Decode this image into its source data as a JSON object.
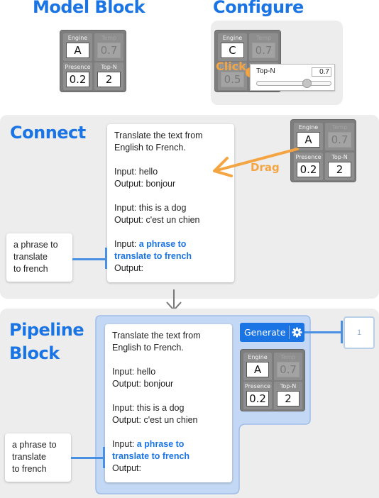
{
  "headings": {
    "model_block": "Model Block",
    "configure": "Configure",
    "connect": "Connect",
    "pipeline_line1": "Pipeline",
    "pipeline_line2": "Block"
  },
  "model_widget": {
    "engine_label": "Engine",
    "presence_label": "Presence",
    "topn_label": "Top-N",
    "dim_label": "Temp",
    "dim_value": "0.7"
  },
  "model_block_panel": {
    "engine": "A",
    "presence": "0.2",
    "topn": "2"
  },
  "configure_panel": {
    "engine": "C",
    "presence": "0.5",
    "click_label": "Click",
    "slider_label": "Top-N",
    "slider_value": "0.7",
    "slider_fraction": 0.7
  },
  "connect_panel": {
    "engine": "A",
    "presence": "0.2",
    "topn": "2",
    "drag_label": "Drag"
  },
  "prompt": {
    "line1": "Translate the text from",
    "line2": "English to French.",
    "ex1_in": "Input: hello",
    "ex1_out": "Output: bonjour",
    "ex2_in": "Input: this is a dog",
    "ex2_out": "Output: c'est un chien",
    "input_prefix": "Input: ",
    "input_hl1": "a phrase to",
    "input_hl2": "translate to french",
    "output_label": "Output:"
  },
  "input_text": {
    "line1": "a phrase to",
    "line2": "translate",
    "line3": "to french"
  },
  "pipeline_panel": {
    "generate_label": "Generate",
    "engine": "A",
    "presence": "0.2",
    "topn": "2",
    "output_count": "1"
  },
  "colors": {
    "accent": "#1b74e4",
    "orange": "#f5a442",
    "block_gray": "#7d7d7d"
  }
}
